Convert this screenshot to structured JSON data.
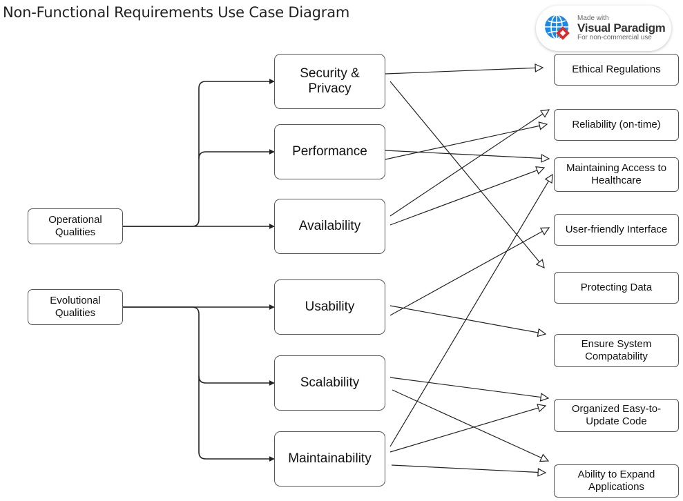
{
  "title": "Non-Functional Requirements Use Case Diagram",
  "watermark": {
    "line1": "Made with",
    "brand": "Visual Paradigm",
    "line3": "For non-commercial use"
  },
  "sources": {
    "operational": "Operational Qualities",
    "evolutional": "Evolutional Qualities"
  },
  "qualities": {
    "security": "Security & Privacy",
    "performance": "Performance",
    "availability": "Availability",
    "usability": "Usability",
    "scalability": "Scalability",
    "maintainability": "Maintainability"
  },
  "requirements": {
    "ethical": "Ethical Regulations",
    "reliability": "Reliability (on-time)",
    "access": "Maintaining Access to Healthcare",
    "ui": "User-friendly Interface",
    "protecting": "Protecting Data",
    "compat": "Ensure System Compatability",
    "organized": "Organized Easy-to-Update Code",
    "expand": "Ability to Expand Applications"
  },
  "connections": [
    {
      "from": "operational",
      "to": "security"
    },
    {
      "from": "operational",
      "to": "performance"
    },
    {
      "from": "operational",
      "to": "availability"
    },
    {
      "from": "evolutional",
      "to": "usability"
    },
    {
      "from": "evolutional",
      "to": "scalability"
    },
    {
      "from": "evolutional",
      "to": "maintainability"
    },
    {
      "from": "security",
      "to": "ethical"
    },
    {
      "from": "security",
      "to": "protecting"
    },
    {
      "from": "performance",
      "to": "reliability"
    },
    {
      "from": "performance",
      "to": "access"
    },
    {
      "from": "availability",
      "to": "reliability"
    },
    {
      "from": "availability",
      "to": "access"
    },
    {
      "from": "usability",
      "to": "ui"
    },
    {
      "from": "usability",
      "to": "compat"
    },
    {
      "from": "scalability",
      "to": "organized"
    },
    {
      "from": "scalability",
      "to": "expand"
    },
    {
      "from": "maintainability",
      "to": "access"
    },
    {
      "from": "maintainability",
      "to": "organized"
    },
    {
      "from": "maintainability",
      "to": "expand"
    }
  ],
  "colors": {
    "line": "#222222",
    "box_border": "#555555",
    "brand_red": "#d32f2f",
    "brand_blue": "#1e88e5"
  }
}
